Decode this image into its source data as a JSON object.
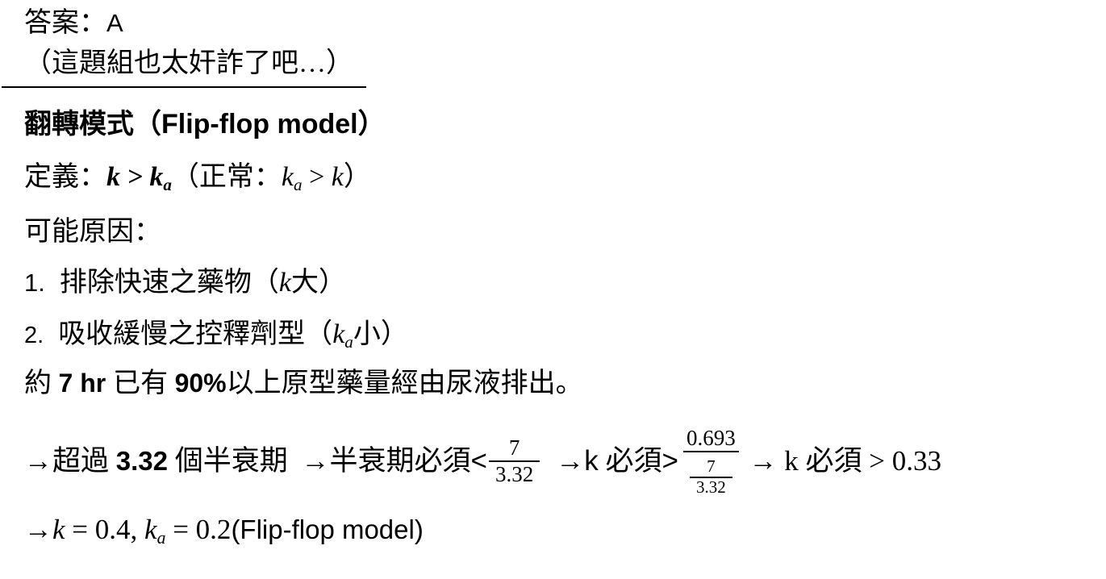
{
  "page": {
    "background": "#ffffff",
    "text_color": "#000000"
  },
  "answer_line": {
    "label": "答案：",
    "value": "A"
  },
  "comment_line": {
    "text": "（這題組也太奸詐了吧…）"
  },
  "title_line": {
    "text": "翻轉模式（Flip-flop model）"
  },
  "definition_line": {
    "label": "定義：",
    "bold_k": "k",
    "bold_gt": " > ",
    "bold_ka_base": "k",
    "bold_ka_sub": "a",
    "paren_open": "（",
    "normal_label": "正常：",
    "ka_base": "k",
    "ka_sub": "a",
    "gt": " > ",
    "k": "k",
    "paren_close": "）"
  },
  "reasons": {
    "header": "可能原因：",
    "item1": {
      "number": "1.",
      "text": "排除快速之藥物（",
      "k": "k",
      "tail": "大）"
    },
    "item2": {
      "number": "2.",
      "text": "吸收緩慢之控釋劑型（",
      "ka_base": "k",
      "ka_sub": "a",
      "tail": "小）"
    }
  },
  "urine_line": {
    "seg1": "約 ",
    "seg2": "7 hr ",
    "seg3": "已有 ",
    "seg4": "90%",
    "seg5": "以上原型藥量經由尿液排出。"
  },
  "derivation_line": {
    "arrow1": "→",
    "seg1": "超過 ",
    "num1": "3.32",
    "seg2": " 個半衰期 ",
    "arrow2": "→",
    "seg3": "半衰期必須",
    "lt": "<",
    "frac1": {
      "numerator": "7",
      "denominator": "3.32"
    },
    "arrow3": "→",
    "k1": "k",
    "seg4": " 必須",
    "gt1": ">",
    "frac2": {
      "numerator": "0.693",
      "inner_numerator": "7",
      "inner_denominator": "3.32"
    },
    "arrow4": " → ",
    "k2": "k",
    "seg5": " 必須 ",
    "gt2": "> ",
    "value": "0.33"
  },
  "conclusion_line": {
    "arrow": "→",
    "k1": "k",
    "eq1": " = 0.4, ",
    "ka_base": "k",
    "ka_sub": "a",
    "eq2": " = 0.2",
    "tail": "(Flip-flop model)"
  }
}
